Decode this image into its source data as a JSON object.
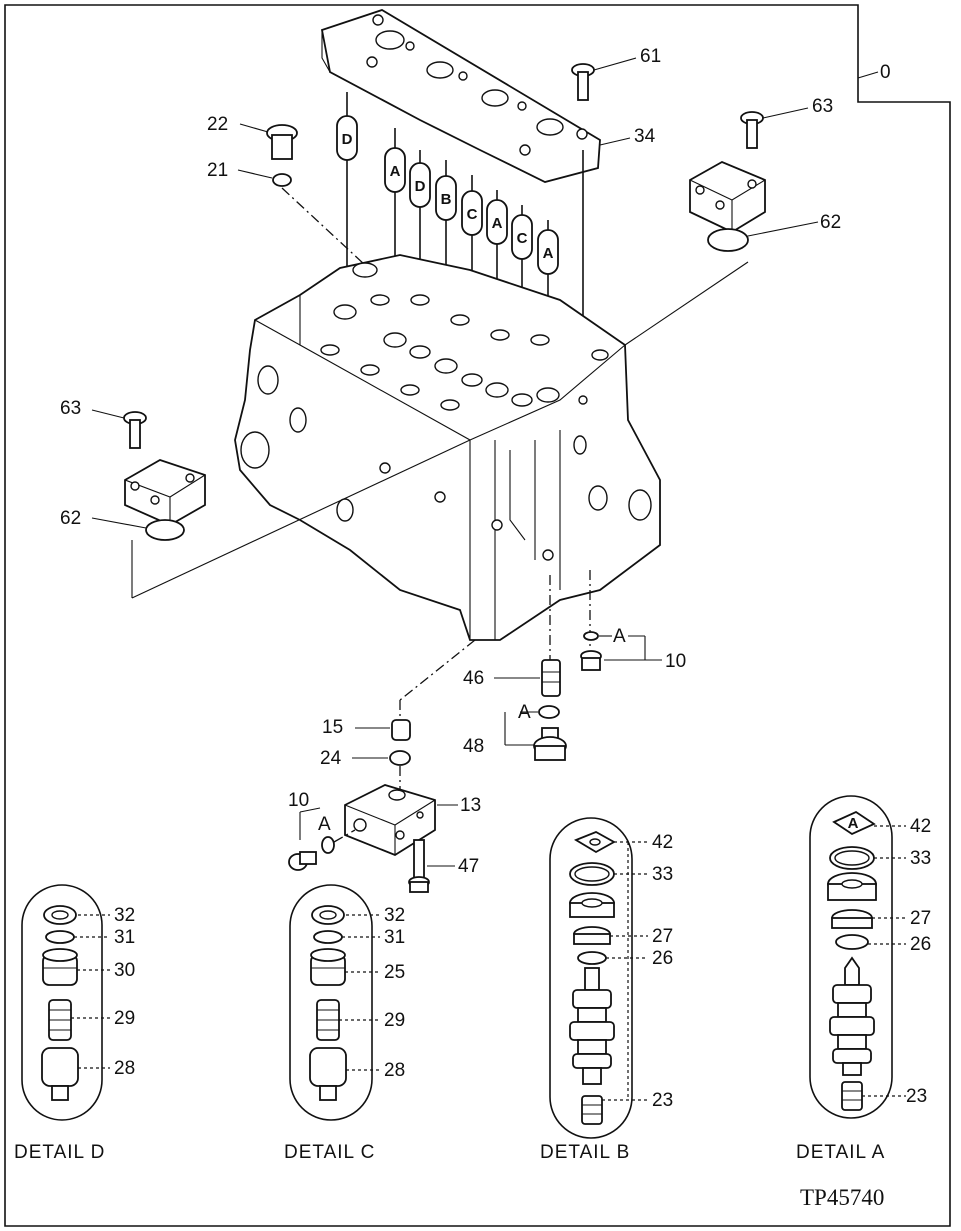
{
  "figure_code": "TP45740",
  "frame_label": "0",
  "parts": [
    "61",
    "63",
    "22",
    "21",
    "34",
    "62",
    "63",
    "62",
    "10",
    "46",
    "15",
    "24",
    "48",
    "13",
    "10",
    "47",
    "32",
    "31",
    "30",
    "29",
    "28",
    "32",
    "31",
    "25",
    "29",
    "28",
    "42",
    "33",
    "27",
    "26",
    "23",
    "42",
    "33",
    "27",
    "26",
    "23"
  ],
  "flag_letters": [
    "D",
    "A",
    "D",
    "B",
    "C",
    "A",
    "C",
    "A"
  ],
  "ref_letters": [
    "A",
    "A",
    "A"
  ],
  "details": [
    {
      "caption": "DETAIL D"
    },
    {
      "caption": "DETAIL C"
    },
    {
      "caption": "DETAIL B"
    },
    {
      "caption": "DETAIL A"
    }
  ]
}
